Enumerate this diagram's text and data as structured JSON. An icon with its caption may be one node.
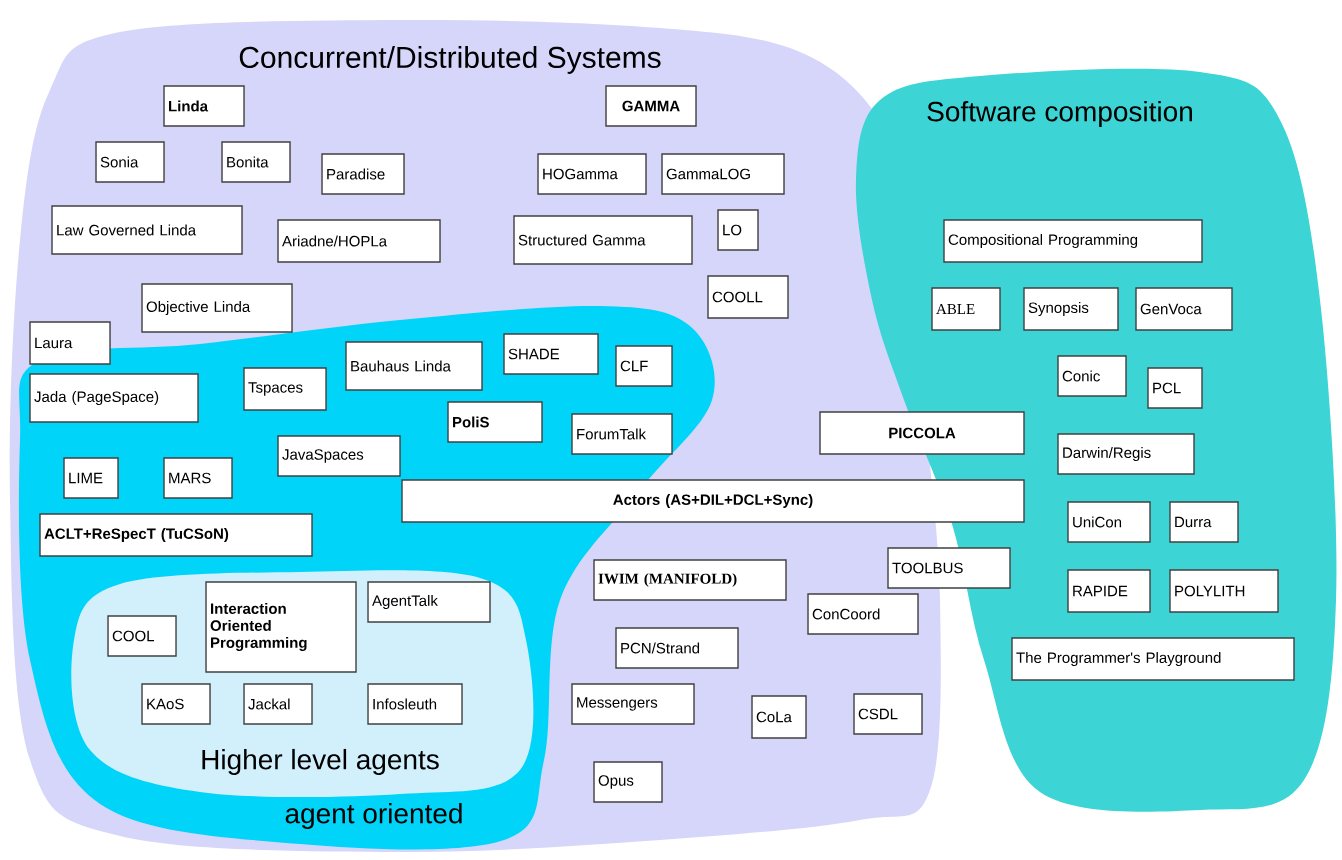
{
  "diagram": {
    "nodes": [
      {
        "text": [
          "Concurrent/Distributed Systems"
        ]
      },
      {
        "text": [
          "Linda"
        ],
        "in": 0
      },
      {
        "text": [
          "GAMMA"
        ],
        "in": 0
      },
      {
        "text": [
          "Sonia"
        ],
        "in": 0
      },
      {
        "text": [
          "Bonita"
        ],
        "in": 0
      },
      {
        "text": [
          "Paradise"
        ],
        "in": 0
      },
      {
        "text": [
          "HOGamma"
        ],
        "in": 0
      },
      {
        "text": [
          "GammaLOG"
        ],
        "in": 0
      },
      {
        "text": [
          "Law Governed Linda"
        ],
        "in": 0
      },
      {
        "text": [
          "Ariadne/HOPLa"
        ],
        "in": 0
      },
      {
        "text": [
          "Structured Gamma"
        ],
        "in": 0
      },
      {
        "text": [
          "LO"
        ],
        "in": 0
      },
      {
        "text": [
          "COOLL"
        ],
        "in": 0
      },
      {
        "text": [
          "Objective Linda"
        ],
        "in": 0
      },
      {
        "text": [
          "Laura"
        ],
        "in": 0
      },
      {
        "text": [
          "agent oriented"
        ],
        "in": 0
      },
      {
        "text": [
          "Jada (PageSpace)"
        ],
        "in": 15
      },
      {
        "text": [
          "Tspaces"
        ],
        "in": 15
      },
      {
        "text": [
          "Bauhaus Linda"
        ],
        "in": 15
      },
      {
        "text": [
          "SHADE"
        ],
        "in": 15
      },
      {
        "text": [
          "CLF"
        ],
        "in": 15
      },
      {
        "text": [
          "PoliS"
        ],
        "in": 15
      },
      {
        "text": [
          "ForumTalk"
        ],
        "in": 15
      },
      {
        "text": [
          "JavaSpaces"
        ],
        "in": 15
      },
      {
        "text": [
          "LIME"
        ],
        "in": 15
      },
      {
        "text": [
          "MARS"
        ],
        "in": 15
      },
      {
        "text": [
          "ACLT+ReSpecT (TuCSoN)"
        ],
        "in": 15
      },
      {
        "text": [
          "Higher level agents"
        ],
        "in": 15
      },
      {
        "text": [
          "COOL"
        ],
        "in": 27
      },
      {
        "text": [
          "Interaction Oriented Programming"
        ],
        "in": 27
      },
      {
        "text": [
          "AgentTalk"
        ],
        "in": 27
      },
      {
        "text": [
          "KAoS"
        ],
        "in": 27
      },
      {
        "text": [
          "Jackal"
        ],
        "in": 27
      },
      {
        "text": [
          "Infosleuth"
        ],
        "in": 27
      },
      {
        "text": [
          "Actors (AS+DIL+DCL+Sync)"
        ]
      },
      {
        "text": [
          "IWIM  (MANIFOLD)"
        ],
        "in": 0
      },
      {
        "text": [
          "PCN/Strand"
        ],
        "in": 0
      },
      {
        "text": [
          "Messengers"
        ],
        "in": 0
      },
      {
        "text": [
          "CoLa"
        ],
        "in": 0
      },
      {
        "text": [
          "Opus"
        ],
        "in": 0
      },
      {
        "text": [
          "ConCoord"
        ],
        "in": 0
      },
      {
        "text": [
          "CSDL"
        ],
        "in": 0
      },
      {
        "text": [
          "PICCOLA"
        ]
      },
      {
        "text": [
          "TOOLBUS"
        ]
      },
      {
        "text": [
          "Software composition"
        ]
      },
      {
        "text": [
          "Compositional Programming"
        ],
        "in": 44
      },
      {
        "text": [
          "ABLE"
        ],
        "in": 44
      },
      {
        "text": [
          "Synopsis"
        ],
        "in": 44
      },
      {
        "text": [
          "GenVoca"
        ],
        "in": 44
      },
      {
        "text": [
          "Conic"
        ],
        "in": 44
      },
      {
        "text": [
          "PCL"
        ],
        "in": 44
      },
      {
        "text": [
          "Darwin/Regis"
        ],
        "in": 44
      },
      {
        "text": [
          "UniCon"
        ],
        "in": 44
      },
      {
        "text": [
          "Durra"
        ],
        "in": 44
      },
      {
        "text": [
          "RAPIDE"
        ],
        "in": 44
      },
      {
        "text": [
          "POLYLITH"
        ],
        "in": 44
      },
      {
        "text": [
          "The Programmer's Playground"
        ],
        "in": 44
      }
    ]
  }
}
